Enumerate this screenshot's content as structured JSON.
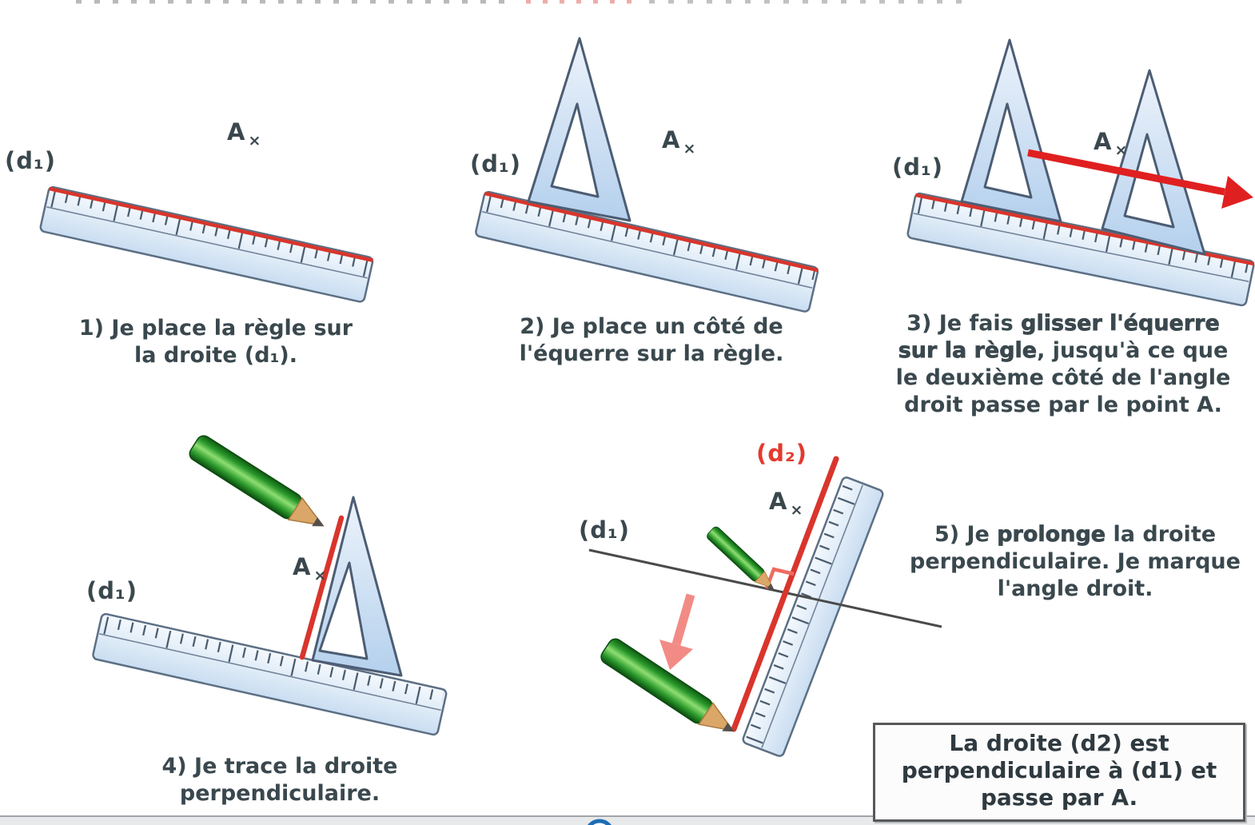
{
  "point_labels": {
    "d1": "(d₁)",
    "d2": "(d₂)",
    "A": "A",
    "cross": "×"
  },
  "captions": {
    "step1": {
      "line1": "1) Je place la règle sur",
      "line2": "la droite (d₁)."
    },
    "step2": {
      "line1": "2) Je place un côté de",
      "line2": "l'équerre sur la règle."
    },
    "step3": {
      "line1_normal": "3) Je fais ",
      "line1_bold": "glisser l'équerre",
      "line2_bold": "sur la règle",
      "line2_normal": ", jusqu'à ce que",
      "line3": "le deuxième côté de l'angle",
      "line4": "droit passe par le point A."
    },
    "step4": {
      "line1": "4) Je trace la droite",
      "line2": "perpendiculaire."
    },
    "step5": {
      "line1_pre": "5) Je ",
      "line1_bold": "prolonge",
      "line1_post": " la droite",
      "line2": "perpendiculaire. Je marque",
      "line3": "l'angle droit."
    }
  },
  "result_box": {
    "line1": "La droite (d2) est",
    "line2": "perpendiculaire à (d1) et",
    "line3": "passe par A."
  },
  "colors": {
    "text_dark": "#3a484e",
    "red_line": "#d9352c",
    "red_label": "#e23b2e",
    "arrow_red": "#e02020",
    "arrow_pink": "#f28b85",
    "pencil_green": "#2c9a2c",
    "ruler_fill": "#dce9f7",
    "outline_blue_gray": "#5c6f84",
    "logo_blue": "#1d6cb5"
  }
}
